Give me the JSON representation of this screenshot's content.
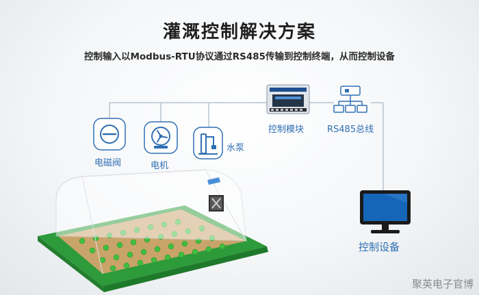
{
  "title": "灌溉控制解决方案",
  "subtitle": "控制输入以Modbus-RTU协议通过RS485传输到控制终端，从而控制设备",
  "devices": [
    {
      "label": "电磁阀",
      "icon": "solenoid-valve-icon"
    },
    {
      "label": "电机",
      "icon": "motor-icon"
    },
    {
      "label": "水泵",
      "icon": "water-pump-icon"
    }
  ],
  "control_module": {
    "label": "控制模块"
  },
  "bus": {
    "label": "RS485总线",
    "icon": "network-topology-icon"
  },
  "terminal": {
    "label": "控制设备",
    "icon": "monitor-icon"
  },
  "greenhouse": {
    "icon": "greenhouse-icon"
  },
  "watermark": "聚英电子官博",
  "colors": {
    "accent": "#2f6fb3",
    "line": "#b8c4cf",
    "ground": "#2e9b3b",
    "soil": "#c9a46a"
  }
}
